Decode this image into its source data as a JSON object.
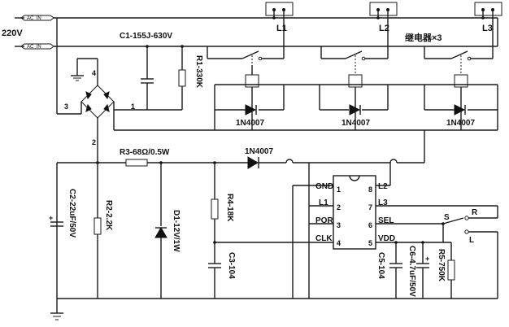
{
  "inputs": {
    "ac_in_1": "AC_IN",
    "ac_in_2": "AC_IN",
    "voltage": "220V"
  },
  "loads": [
    "L1",
    "L2",
    "L3"
  ],
  "relay_note": "继电器×3",
  "components": {
    "c1": "C1-155J-630V",
    "r1": "R1-330K",
    "r3": "R3-68Ω/0.5W",
    "d_rect": "1N4007",
    "d1": "1N4007",
    "d2": "1N4007",
    "d3": "1N4007",
    "c2": "C2-22uF/50V",
    "r2": "R2-2.2K",
    "dz": "D1-12V/1W",
    "r4": "R4-18K",
    "c3": "C3-104",
    "c5": "C5-104",
    "c6": "C6-4.7uF/50V",
    "r5": "R5-750K"
  },
  "bridge_pins": {
    "p1": "1",
    "p2": "2",
    "p3": "3",
    "p4": "4"
  },
  "ic": {
    "left_pins": [
      {
        "num": "1",
        "name": "GND"
      },
      {
        "num": "2",
        "name": "L1"
      },
      {
        "num": "3",
        "name": "POR"
      },
      {
        "num": "4",
        "name": "CLK"
      }
    ],
    "right_pins": [
      {
        "num": "8",
        "name": "L2"
      },
      {
        "num": "7",
        "name": "L3"
      },
      {
        "num": "6",
        "name": "SEL"
      },
      {
        "num": "5",
        "name": "VDD"
      }
    ]
  },
  "switch": {
    "s": "S",
    "r": "R",
    "l": "L"
  }
}
